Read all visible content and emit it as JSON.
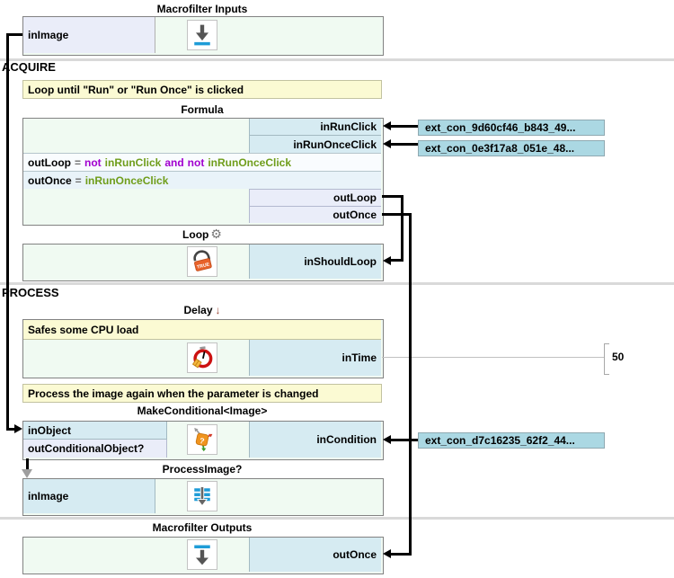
{
  "titles": {
    "macro_inputs": "Macrofilter Inputs",
    "formula": "Formula",
    "loop": "Loop",
    "delay": "Delay",
    "make_conditional": "MakeConditional<Image>",
    "process_image": "ProcessImage?",
    "macro_outputs": "Macrofilter Outputs"
  },
  "sections": {
    "acquire": "ACQUIRE",
    "process": "PROCESS"
  },
  "comments": {
    "loop_until": "Loop until \"Run\" or \"Run Once\" is clicked",
    "cpu_load": "Safes some CPU load",
    "process_again": "Process the image again when the parameter is changed"
  },
  "ports": {
    "macro_inputs_out": "inImage",
    "formula_in_0": "inRunClick",
    "formula_in_1": "inRunOnceClick",
    "formula_out_0": "outLoop",
    "formula_out_1": "outOnce",
    "loop_in": "inShouldLoop",
    "delay_in": "inTime",
    "mc_in_object": "inObject",
    "mc_out_conditional": "outConditionalObject?",
    "mc_in_condition": "inCondition",
    "pi_in": "inImage",
    "macro_outputs_in": "outOnce"
  },
  "formula_exprs": {
    "e0": {
      "lhs": "outLoop",
      "eq": "=",
      "t0": "not",
      "t1": "inRunClick",
      "t2": "and",
      "t3": "not",
      "t4": "inRunOnceClick"
    },
    "e1": {
      "lhs": "outOnce",
      "eq": "=",
      "t0": "inRunOnceClick"
    }
  },
  "ext_connections": {
    "c0": "ext_con_9d60cf46_b843_49...",
    "c1": "ext_con_0e3f17a8_051e_48...",
    "c2": "ext_con_d7c16235_62f2_44..."
  },
  "values": {
    "in_time": "50"
  },
  "glyphs": {
    "gear": "⚙",
    "down_arrow": "↓",
    "loop_icon_tag": "TRUE",
    "question_mark": "?"
  },
  "colors": {
    "input_cell": "#d6ebf2",
    "output_cell": "#eaedf9",
    "block_body": "#f0faf2",
    "comment_bg": "#fbfad3",
    "ext_label_bg": "#abd8e3",
    "keyword": "#a100cf",
    "identifier": "#6f9d1a",
    "wire": "#000000",
    "icon_blue": "#1e9cd7",
    "icon_orange": "#e8622a",
    "icon_red": "#cc1111"
  }
}
